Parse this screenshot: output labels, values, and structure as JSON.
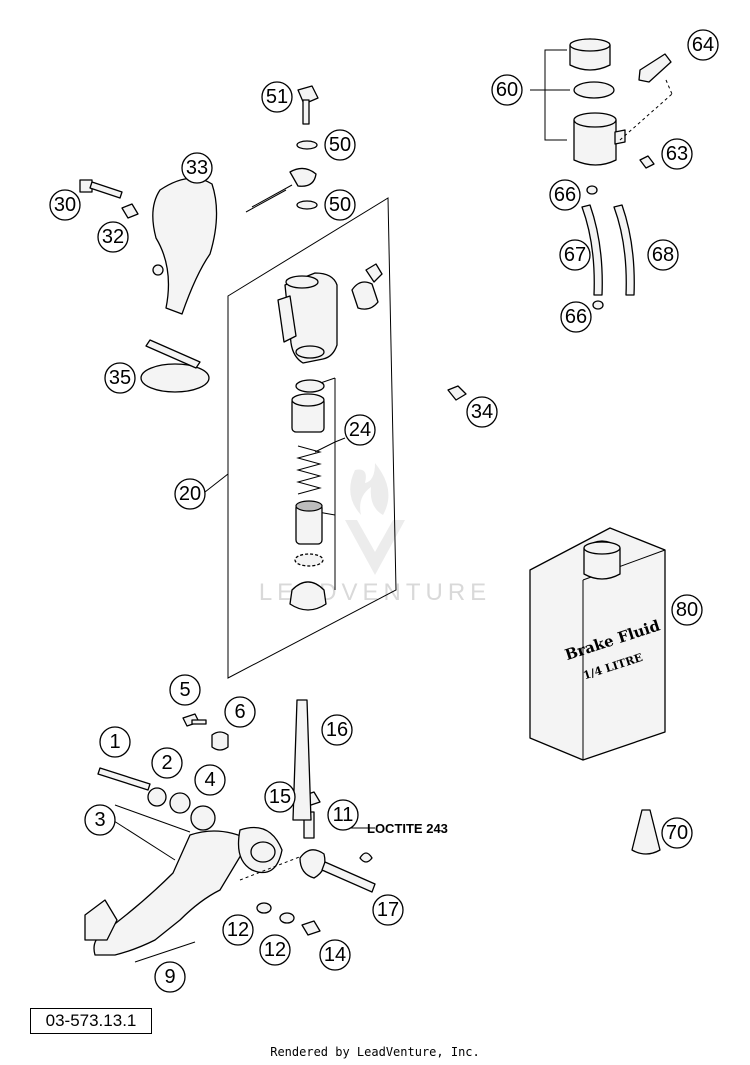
{
  "diagram": {
    "part_number": "03-573.13.1",
    "footer": "Rendered by LeadVenture, Inc.",
    "watermark": "LEADVENTURE",
    "annotation": "LOCTITE 243",
    "brake_fluid_label": "Brake Fluid",
    "brake_fluid_volume": "1/4 LITRE",
    "callouts": [
      "1",
      "2",
      "3",
      "4",
      "5",
      "6",
      "9",
      "11",
      "12",
      "12",
      "14",
      "15",
      "16",
      "17",
      "20",
      "24",
      "30",
      "32",
      "33",
      "34",
      "35",
      "50",
      "50",
      "51",
      "60",
      "63",
      "64",
      "66",
      "66",
      "67",
      "68",
      "70",
      "80"
    ]
  }
}
